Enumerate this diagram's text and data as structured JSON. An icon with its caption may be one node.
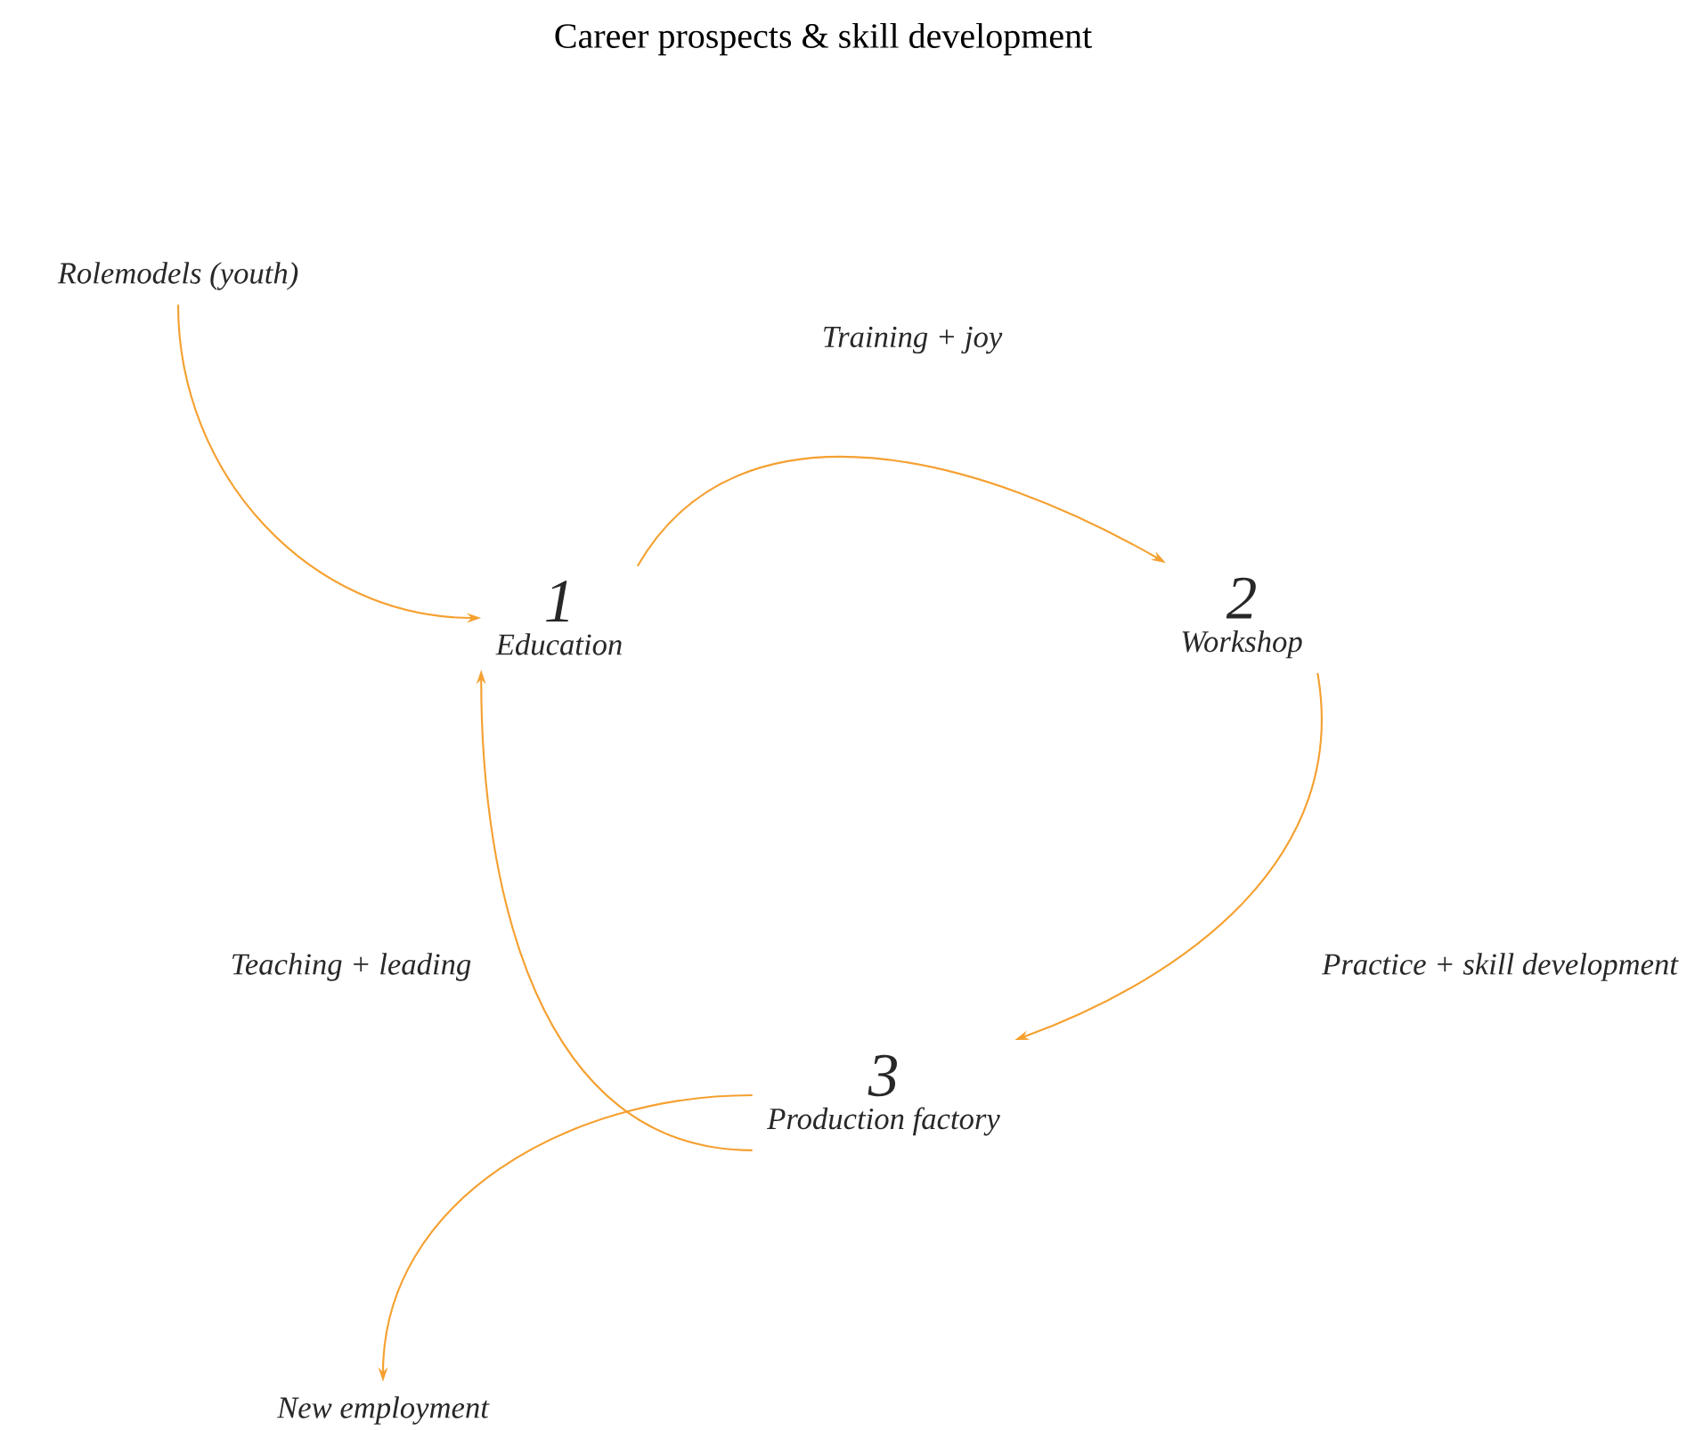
{
  "diagram": {
    "title": "Career prospects & skill development",
    "nodes": [
      {
        "text": [
          "Rolemodels (youth)"
        ]
      },
      {
        "text": [
          "1",
          "Education"
        ]
      },
      {
        "text": [
          "2",
          "Workshop"
        ]
      },
      {
        "text": [
          "3",
          "Production factory"
        ]
      },
      {
        "text": [
          "New employment"
        ]
      }
    ],
    "edges": [
      {
        "from": 0,
        "to": 1,
        "arrow": "to"
      },
      {
        "from": 1,
        "to": 2,
        "arrow": "to",
        "label": "Training + joy"
      },
      {
        "from": 2,
        "to": 3,
        "arrow": "to",
        "label": "Practice + skill development"
      },
      {
        "from": 3,
        "to": 1,
        "arrow": "to",
        "label": "Teaching + leading"
      },
      {
        "from": 3,
        "to": 4,
        "arrow": "to"
      }
    ]
  }
}
